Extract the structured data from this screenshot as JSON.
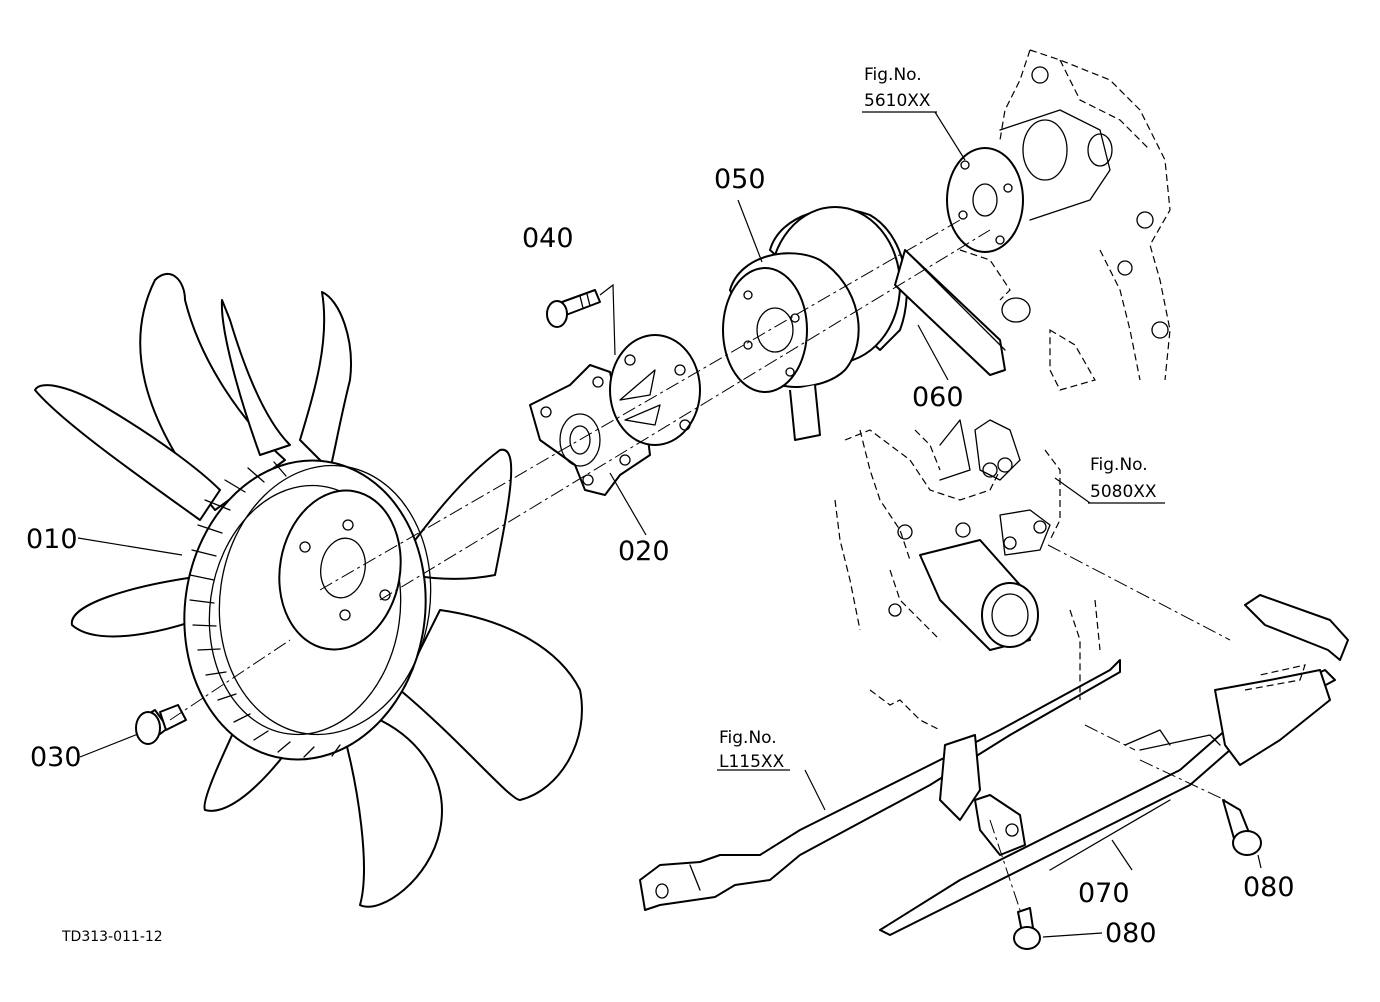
{
  "diagram_code": "TD313-011-12",
  "parts": [
    {
      "id": "p010",
      "number": "010"
    },
    {
      "id": "p020",
      "number": "020"
    },
    {
      "id": "p030",
      "number": "030"
    },
    {
      "id": "p040",
      "number": "040"
    },
    {
      "id": "p050",
      "number": "050"
    },
    {
      "id": "p060",
      "number": "060"
    },
    {
      "id": "p070",
      "number": "070"
    },
    {
      "id": "p080a",
      "number": "080"
    },
    {
      "id": "p080b",
      "number": "080"
    }
  ],
  "figure_refs": [
    {
      "id": "fig5610",
      "label": "Fig.No.",
      "code": "5610XX"
    },
    {
      "id": "fig5080",
      "label": "Fig.No.",
      "code": "5080XX"
    },
    {
      "id": "figL115",
      "label": "Fig.No.",
      "code": "L115XX"
    }
  ]
}
